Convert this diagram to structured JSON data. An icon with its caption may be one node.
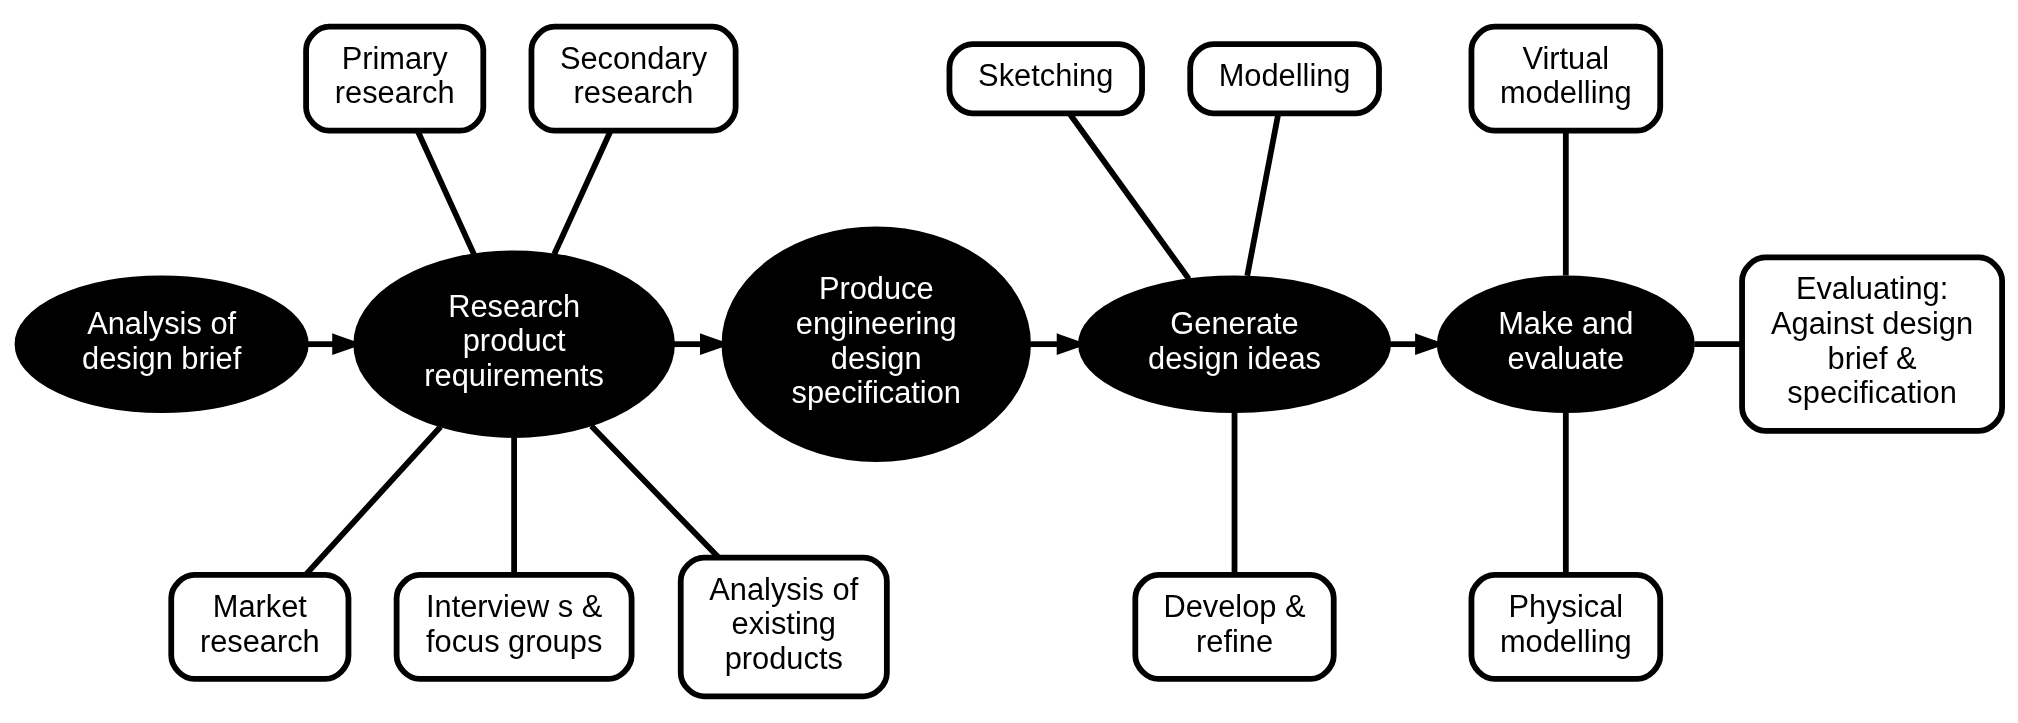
{
  "diagram": {
    "nodes": [
      {
        "text": [
          "Analysis of design brief"
        ]
      },
      {
        "text": [
          "Primary research"
        ]
      },
      {
        "text": [
          "Secondary research"
        ]
      },
      {
        "text": [
          "Research product requirements"
        ]
      },
      {
        "text": [
          "Market research"
        ]
      },
      {
        "text": [
          "Interview s & focus groups"
        ]
      },
      {
        "text": [
          "Analysis of existing products"
        ]
      },
      {
        "text": [
          "Produce engineering design specification"
        ]
      },
      {
        "text": [
          "Sketching"
        ]
      },
      {
        "text": [
          "Modelling"
        ]
      },
      {
        "text": [
          "Generate design ideas"
        ]
      },
      {
        "text": [
          "Develop & refine"
        ]
      },
      {
        "text": [
          "Virtual modelling"
        ]
      },
      {
        "text": [
          "Make and evaluate"
        ]
      },
      {
        "text": [
          "Evaluating: Against design brief & specification"
        ]
      },
      {
        "text": [
          "Physical modelling"
        ]
      }
    ],
    "edges": [
      {
        "from": 0,
        "to": 3,
        "arrow": "to"
      },
      {
        "from": 1,
        "to": 3,
        "arrow": "none"
      },
      {
        "from": 2,
        "to": 3,
        "arrow": "none"
      },
      {
        "from": 3,
        "to": 4,
        "arrow": "none"
      },
      {
        "from": 3,
        "to": 5,
        "arrow": "none"
      },
      {
        "from": 3,
        "to": 6,
        "arrow": "none"
      },
      {
        "from": 3,
        "to": 7,
        "arrow": "to"
      },
      {
        "from": 8,
        "to": 10,
        "arrow": "none"
      },
      {
        "from": 9,
        "to": 10,
        "arrow": "none"
      },
      {
        "from": 7,
        "to": 10,
        "arrow": "to"
      },
      {
        "from": 10,
        "to": 11,
        "arrow": "none"
      },
      {
        "from": 10,
        "to": 13,
        "arrow": "to"
      },
      {
        "from": 12,
        "to": 13,
        "arrow": "none"
      },
      {
        "from": 13,
        "to": 14,
        "arrow": "none"
      },
      {
        "from": 13,
        "to": 15,
        "arrow": "none"
      }
    ]
  }
}
